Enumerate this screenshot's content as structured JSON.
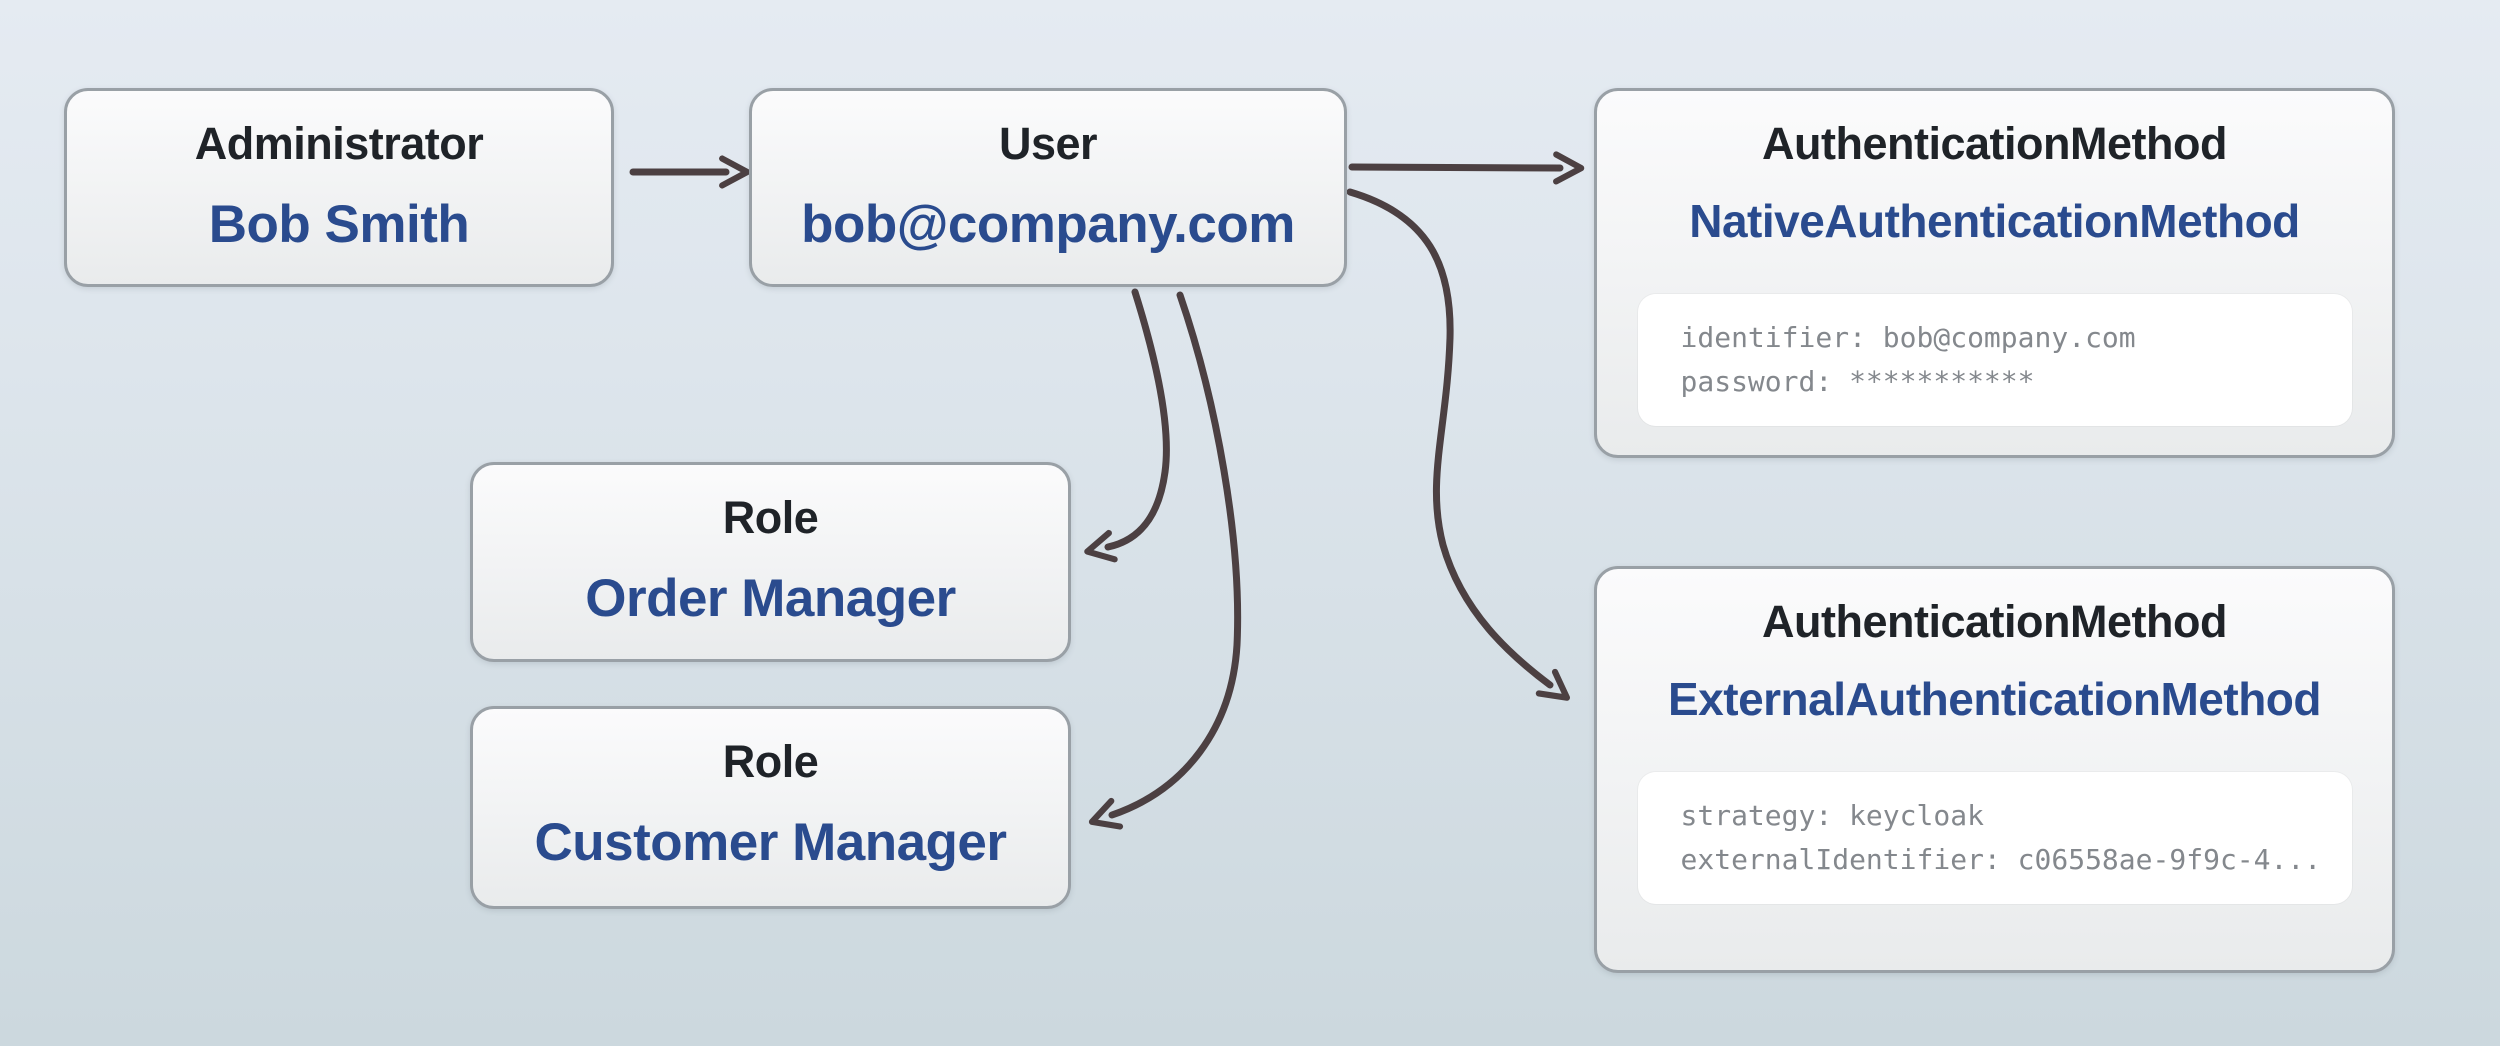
{
  "nodes": [
    {
      "title": "Administrator",
      "subtitle": "Bob Smith"
    },
    {
      "title": "User",
      "subtitle": "bob@company.com"
    },
    {
      "title": "AuthenticationMethod",
      "subtitle": "NativeAuthenticationMethod",
      "code_lines": [
        "identifier: bob@company.com",
        "password: ***********"
      ]
    },
    {
      "title": "Role",
      "subtitle": "Order Manager"
    },
    {
      "title": "Role",
      "subtitle": "Customer Manager"
    },
    {
      "title": "AuthenticationMethod",
      "subtitle": "ExternalAuthenticationMethod",
      "code_lines": [
        "strategy: keycloak",
        "externalIdentifier: c06558ae-9f9c-4..."
      ]
    }
  ],
  "edges": [
    {
      "from": "Administrator",
      "to": "User"
    },
    {
      "from": "User",
      "to": "NativeAuthenticationMethod"
    },
    {
      "from": "User",
      "to": "ExternalAuthenticationMethod"
    },
    {
      "from": "User",
      "to": "Order Manager"
    },
    {
      "from": "User",
      "to": "Customer Manager"
    }
  ],
  "colors": {
    "background_top": "#e5ebf2",
    "background_bottom": "#ccd8de",
    "node_border": "#99a0a6",
    "title": "#1f2328",
    "subtitle": "#2a4b8e",
    "code_text": "#84888d",
    "arrow": "#4c4042"
  }
}
